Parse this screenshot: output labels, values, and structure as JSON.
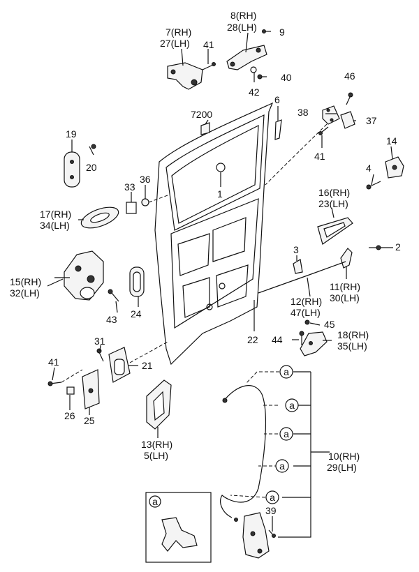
{
  "diagram": {
    "labels": [
      {
        "id": "p7",
        "text": "7(RH)"
      },
      {
        "id": "p27",
        "text": "27(LH)"
      },
      {
        "id": "p8",
        "text": "8(RH)"
      },
      {
        "id": "p28",
        "text": "28(LH)"
      },
      {
        "id": "p9",
        "text": "9"
      },
      {
        "id": "p41a",
        "text": "41"
      },
      {
        "id": "p40",
        "text": "40"
      },
      {
        "id": "p42",
        "text": "42"
      },
      {
        "id": "p46",
        "text": "46"
      },
      {
        "id": "p38",
        "text": "38"
      },
      {
        "id": "p37",
        "text": "37"
      },
      {
        "id": "p41b",
        "text": "41"
      },
      {
        "id": "p7200",
        "text": "7200"
      },
      {
        "id": "p6",
        "text": "6"
      },
      {
        "id": "p19",
        "text": "19"
      },
      {
        "id": "p20",
        "text": "20"
      },
      {
        "id": "p14",
        "text": "14"
      },
      {
        "id": "p4",
        "text": "4"
      },
      {
        "id": "p33",
        "text": "33"
      },
      {
        "id": "p36",
        "text": "36"
      },
      {
        "id": "p1",
        "text": "1"
      },
      {
        "id": "p16",
        "text": "16(RH)"
      },
      {
        "id": "p23",
        "text": "23(LH)"
      },
      {
        "id": "p17",
        "text": "17(RH)"
      },
      {
        "id": "p34",
        "text": "34(LH)"
      },
      {
        "id": "p3",
        "text": "3"
      },
      {
        "id": "p2",
        "text": "2"
      },
      {
        "id": "p15",
        "text": "15(RH)"
      },
      {
        "id": "p32",
        "text": "32(LH)"
      },
      {
        "id": "p11",
        "text": "11(RH)"
      },
      {
        "id": "p30",
        "text": "30(LH)"
      },
      {
        "id": "p12",
        "text": "12(RH)"
      },
      {
        "id": "p47",
        "text": "47(LH)"
      },
      {
        "id": "p43",
        "text": "43"
      },
      {
        "id": "p24",
        "text": "24"
      },
      {
        "id": "p45",
        "text": "45"
      },
      {
        "id": "p18",
        "text": "18(RH)"
      },
      {
        "id": "p35",
        "text": "35(LH)"
      },
      {
        "id": "p22",
        "text": "22"
      },
      {
        "id": "p44",
        "text": "44"
      },
      {
        "id": "p31",
        "text": "31"
      },
      {
        "id": "p21",
        "text": "21"
      },
      {
        "id": "p41c",
        "text": "41"
      },
      {
        "id": "p26",
        "text": "26"
      },
      {
        "id": "p25",
        "text": "25"
      },
      {
        "id": "p13",
        "text": "13(RH)"
      },
      {
        "id": "p5",
        "text": "5(LH)"
      },
      {
        "id": "p10",
        "text": "10(RH)"
      },
      {
        "id": "p29",
        "text": "29(LH)"
      },
      {
        "id": "p39",
        "text": "39"
      }
    ],
    "callout_letter": "a",
    "callout_count": 5,
    "detail_box_letter": "a"
  }
}
